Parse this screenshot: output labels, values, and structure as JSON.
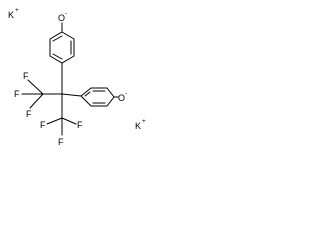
{
  "structure": {
    "ions": {
      "potassium_top": {
        "symbol": "K",
        "charge": "+"
      },
      "potassium_right": {
        "symbol": "K",
        "charge": "+"
      }
    },
    "oxygens": {
      "top": {
        "symbol": "O",
        "charge": "-"
      },
      "right": {
        "symbol": "O",
        "charge": "-"
      }
    },
    "fluorines": {
      "upper_group": [
        "F",
        "F",
        "F"
      ],
      "lower_group": [
        "F",
        "F",
        "F"
      ]
    }
  }
}
